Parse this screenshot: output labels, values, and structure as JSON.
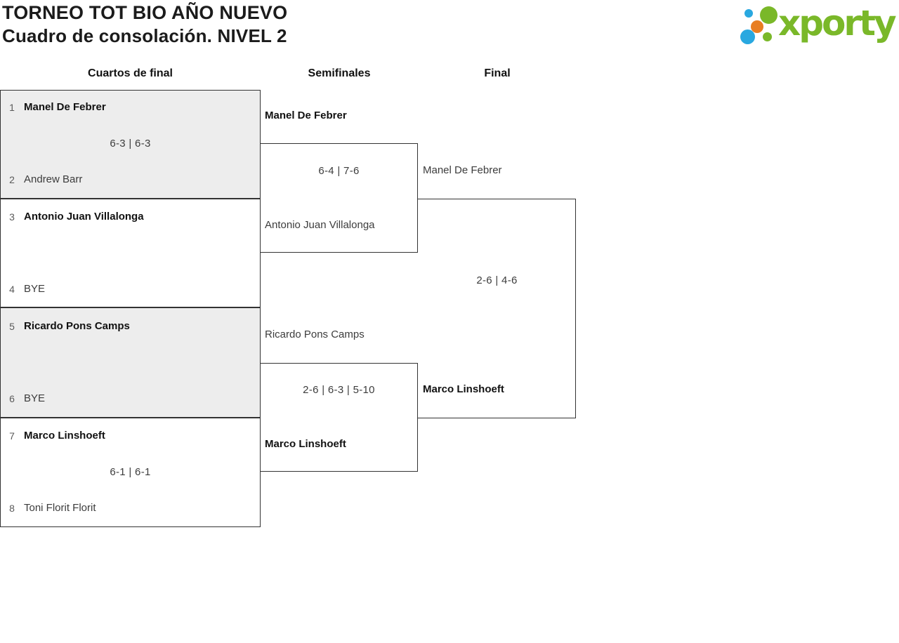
{
  "header": {
    "title": "TORNEO TOT BIO AÑO NUEVO",
    "subtitle": "Cuadro de consolación. NIVEL 2"
  },
  "logo": {
    "brand": "xporty",
    "colors": {
      "green": "#7AB829",
      "blue": "#29A8E0",
      "orange": "#E87E22"
    }
  },
  "bracket": {
    "rounds": [
      {
        "label": "Cuartos de final",
        "matches": [
          {
            "players": [
              {
                "seed": "1",
                "name": "Manel De Febrer",
                "winner": true
              },
              {
                "seed": "2",
                "name": "Andrew Barr",
                "winner": false
              }
            ],
            "score": "6-3 | 6-3"
          },
          {
            "players": [
              {
                "seed": "3",
                "name": "Antonio Juan Villalonga",
                "winner": true
              },
              {
                "seed": "4",
                "name": "BYE",
                "winner": false
              }
            ]
          },
          {
            "players": [
              {
                "seed": "5",
                "name": "Ricardo Pons Camps",
                "winner": true
              },
              {
                "seed": "6",
                "name": "BYE",
                "winner": false
              }
            ]
          },
          {
            "players": [
              {
                "seed": "7",
                "name": "Marco Linshoeft",
                "winner": true
              },
              {
                "seed": "8",
                "name": "Toni Florit Florit",
                "winner": false
              }
            ],
            "score": "6-1 | 6-1"
          }
        ]
      },
      {
        "label": "Semifinales",
        "matches": [
          {
            "players": [
              {
                "name": "Manel De Febrer",
                "winner": true
              },
              {
                "name": "Antonio Juan Villalonga",
                "winner": false
              }
            ],
            "score": "6-4 | 7-6"
          },
          {
            "players": [
              {
                "name": "Ricardo Pons Camps",
                "winner": false
              },
              {
                "name": "Marco Linshoeft",
                "winner": true
              }
            ],
            "score": "2-6 | 6-3 | 5-10"
          }
        ]
      },
      {
        "label": "Final",
        "matches": [
          {
            "players": [
              {
                "name": "Manel De Febrer",
                "winner": false
              },
              {
                "name": "Marco Linshoeft",
                "winner": true
              }
            ],
            "score": "2-6 | 4-6"
          }
        ]
      }
    ]
  }
}
